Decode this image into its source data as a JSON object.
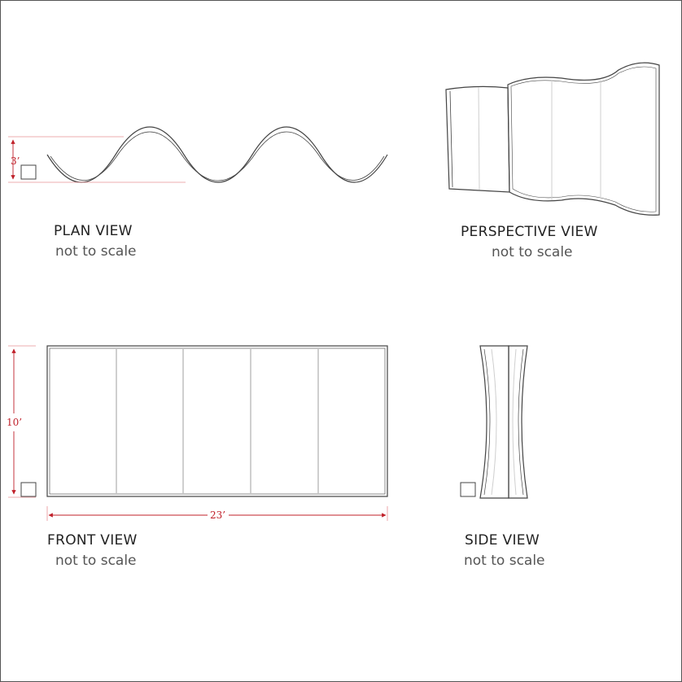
{
  "views": {
    "plan": {
      "title": "PLAN VIEW",
      "subtitle": "not to scale"
    },
    "perspective": {
      "title": "PERSPECTIVE VIEW",
      "subtitle": "not to scale"
    },
    "front": {
      "title": "FRONT VIEW",
      "subtitle": "not to scale"
    },
    "side": {
      "title": "SIDE VIEW",
      "subtitle": "not to scale"
    }
  },
  "dimensions": {
    "depth": "3’",
    "height": "10’",
    "width": "23’"
  },
  "colors": {
    "dimension": "#c0202a",
    "outline": "#444444",
    "panel_seam": "#cfcfcf"
  }
}
